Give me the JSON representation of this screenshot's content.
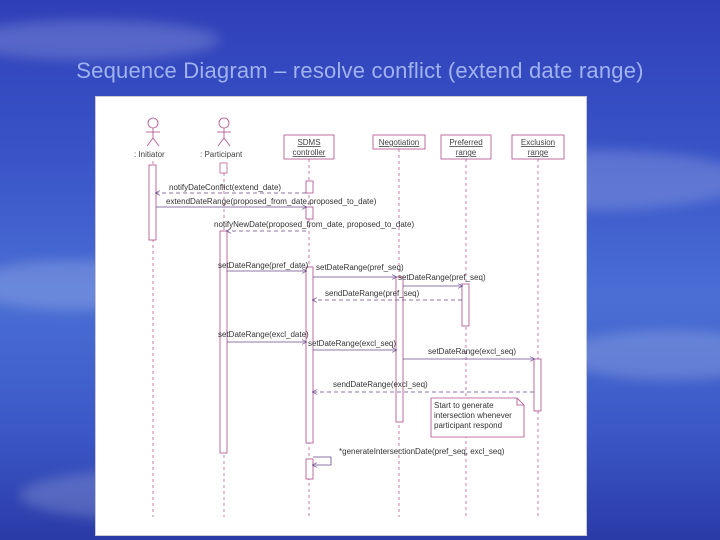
{
  "title": "Sequence Diagram – resolve conflict (extend date range)",
  "actors": [
    {
      "name": ": Initiator"
    },
    {
      "name": ": Participant"
    }
  ],
  "objects": [
    {
      "line1": "SDMS",
      "line2": "controller"
    },
    {
      "line1": "Negotiation",
      "line2": ""
    },
    {
      "line1": "Preferred",
      "line2": "range"
    },
    {
      "line1": "Exclusion",
      "line2": "range"
    }
  ],
  "messages": [
    "notifyDateConflict(extend_date)",
    "extendDateRange(proposed_from_date,proposed_to_date)",
    "notifyNewDate(proposed_from_date, proposed_to_date)",
    "setDateRange(pref_date)",
    "setDateRange(pref_seq)",
    "setDateRange(pref_seq)",
    "sendDateRange(pref_seq)",
    "setDateRange(excl_date)",
    "setDateRange(excl_seq)",
    "setDateRange(excl_seq)",
    "sendDateRange(excl_seq)",
    "*generateIntersectionDate(pref_seq, excl_seq)"
  ],
  "note": {
    "line1": "Start to generate",
    "line2": "intersection whenever",
    "line3": "participant respond"
  },
  "colors": {
    "line": "#b04a8a",
    "box": "#b04a8a",
    "arrow": "#6a4a8a"
  }
}
